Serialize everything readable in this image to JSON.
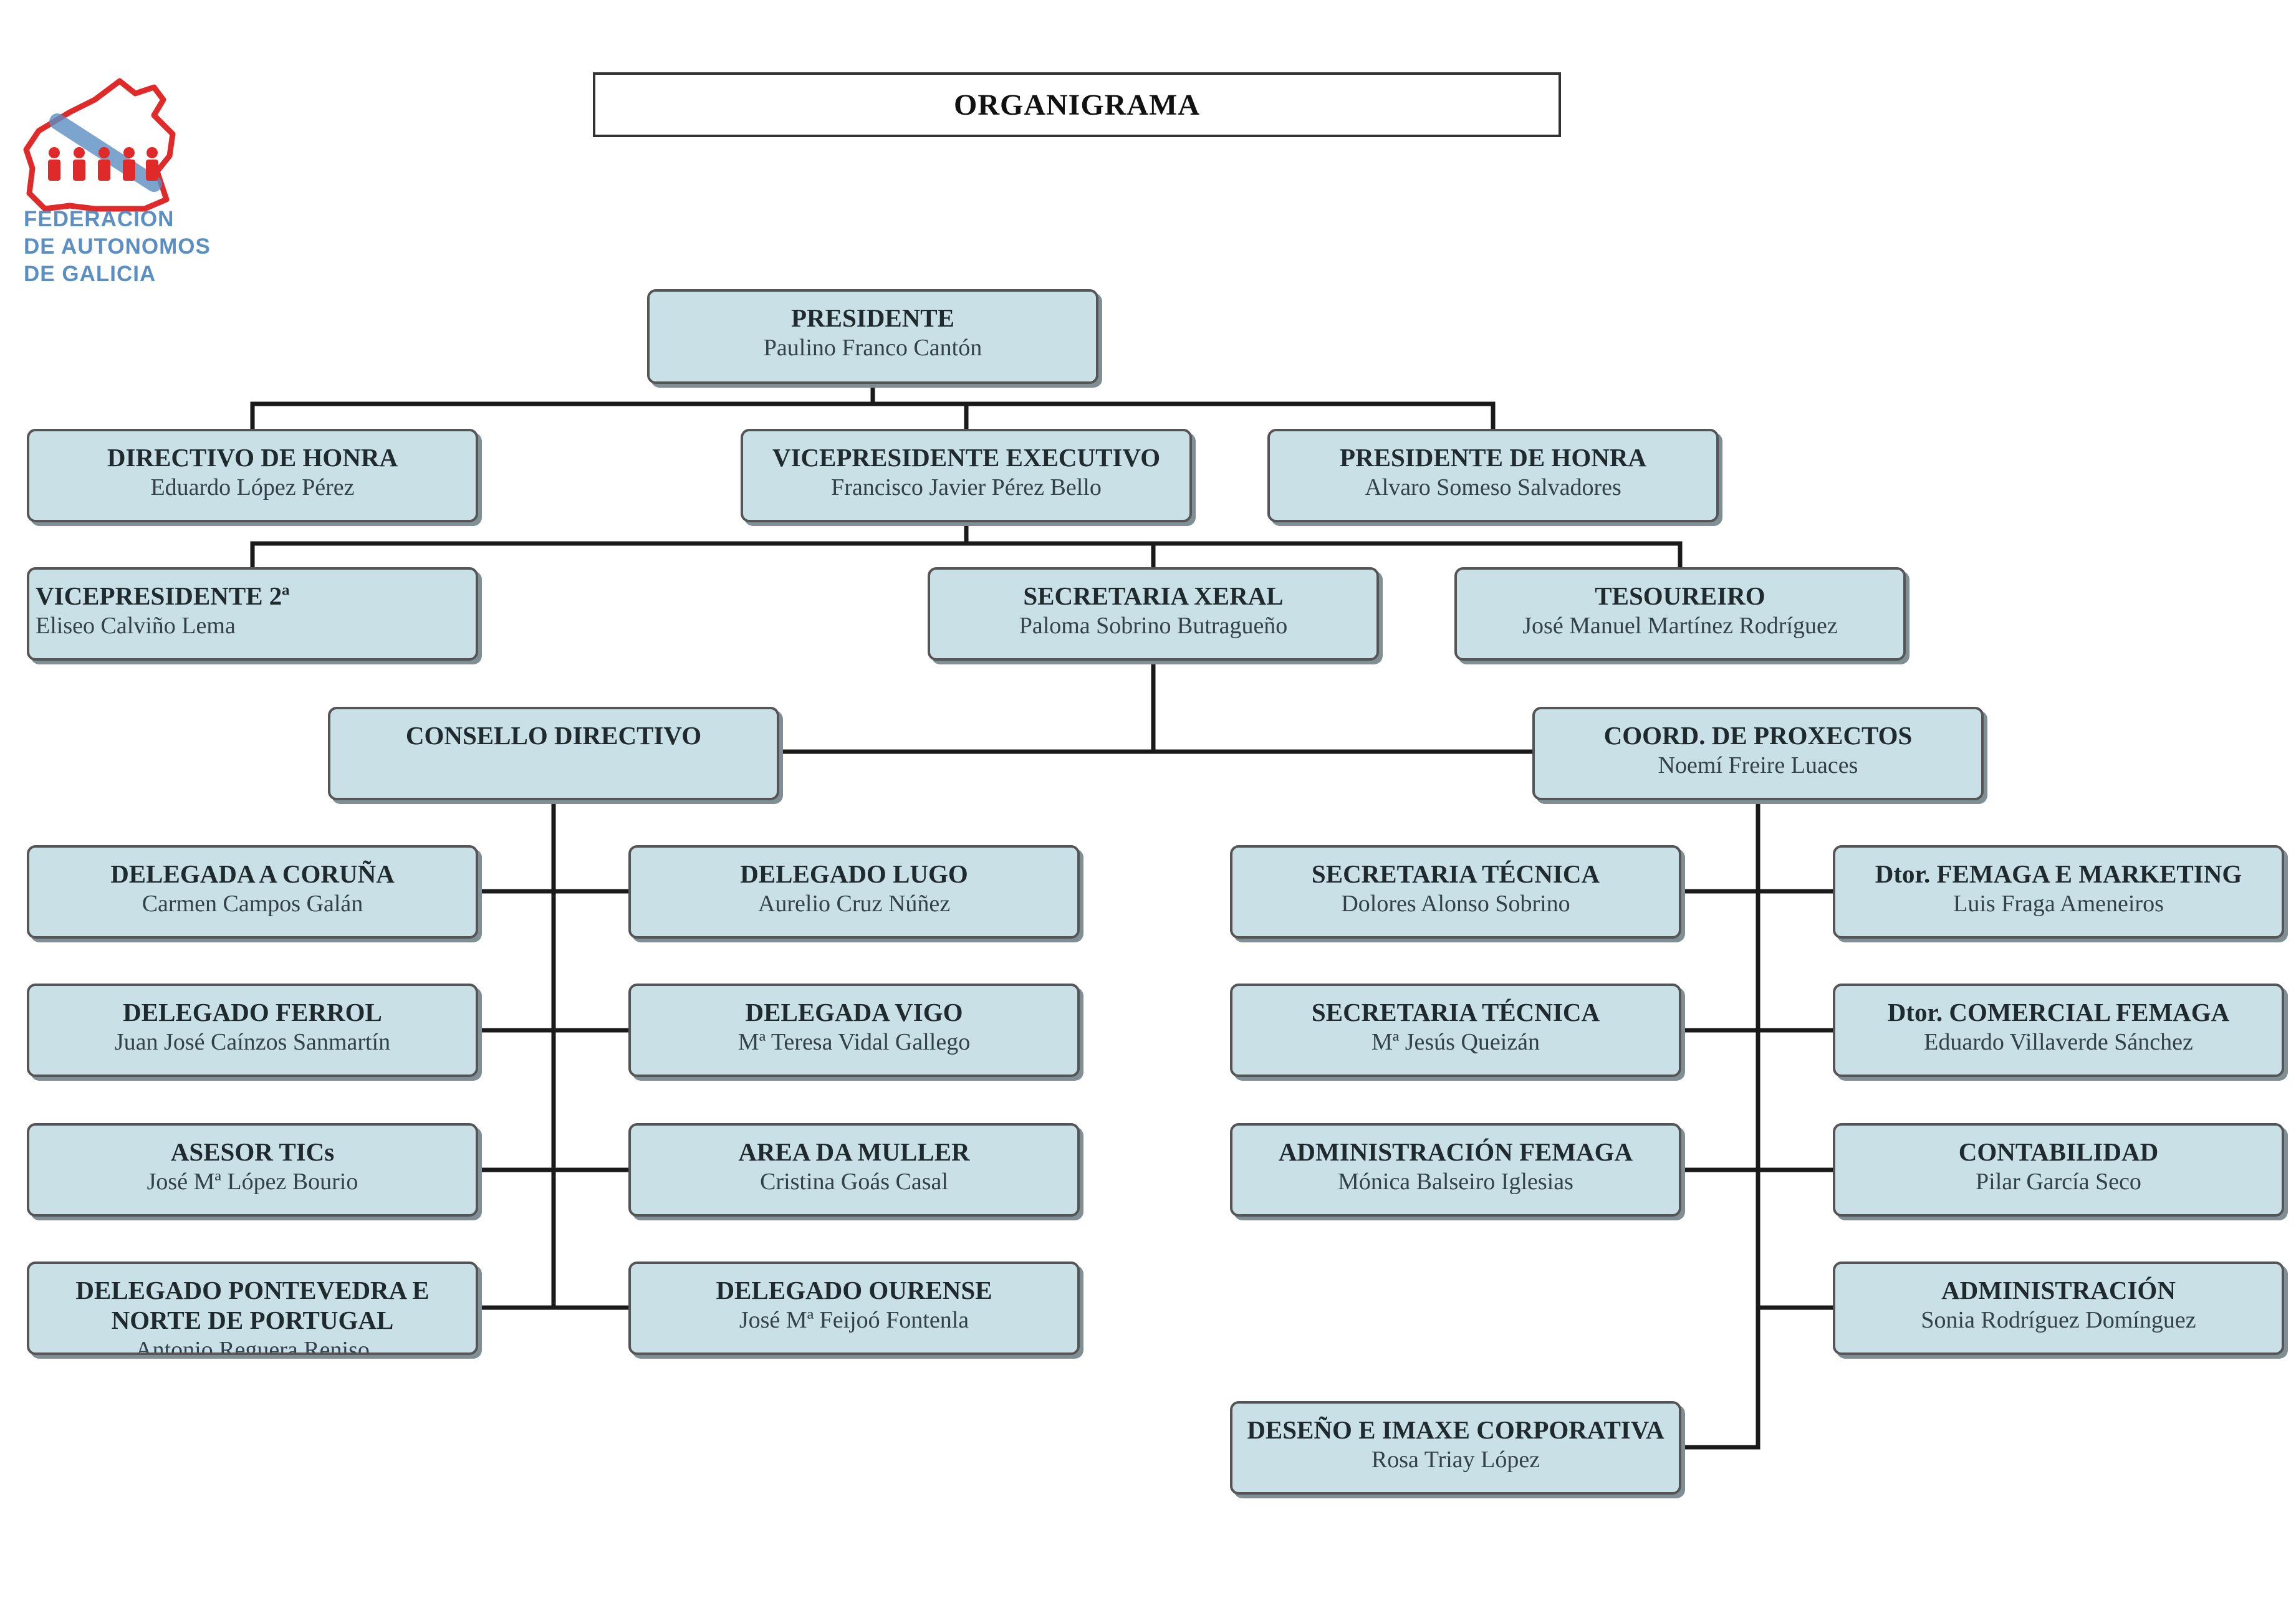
{
  "title": "ORGANIGRAMA",
  "logo": {
    "lines": [
      "FEDERACION",
      "DE AUTONOMOS",
      "DE GALICIA"
    ],
    "colors": {
      "red": "#e02a2a",
      "blue": "#5b8fc4"
    }
  },
  "colors": {
    "node_fill": "#c8e0e6",
    "node_border": "#555555",
    "line": "#1a1a1a"
  },
  "nodes": {
    "presidente": {
      "role": "PRESIDENTE",
      "name": "Paulino Franco Cantón"
    },
    "directivo_honra": {
      "role": "DIRECTIVO DE HONRA",
      "name": "Eduardo López Pérez"
    },
    "vicepresidente_executivo": {
      "role": "VICEPRESIDENTE EXECUTIVO",
      "name": "Francisco Javier Pérez Bello"
    },
    "presidente_honra": {
      "role": "PRESIDENTE DE HONRA",
      "name": "Alvaro Someso Salvadores"
    },
    "vicepresidente_2": {
      "role": "VICEPRESIDENTE 2ª",
      "name": "Eliseo Calviño Lema"
    },
    "secretaria_xeral": {
      "role": "SECRETARIA XERAL",
      "name": "Paloma Sobrino Butragueño"
    },
    "tesoureiro": {
      "role": "TESOUREIRO",
      "name": "José Manuel Martínez Rodríguez"
    },
    "consello_directivo": {
      "role": "CONSELLO DIRECTIVO",
      "name": ""
    },
    "coord_proxectos": {
      "role": "COORD. DE PROXECTOS",
      "name": "Noemí Freire Luaces"
    },
    "delegada_coruna": {
      "role": "DELEGADA A CORUÑA",
      "name": "Carmen Campos Galán"
    },
    "delegado_lugo": {
      "role": "DELEGADO LUGO",
      "name": "Aurelio Cruz Núñez"
    },
    "delegado_ferrol": {
      "role": "DELEGADO FERROL",
      "name": "Juan José Caínzos Sanmartín"
    },
    "delegada_vigo": {
      "role": "DELEGADA VIGO",
      "name": "Mª Teresa Vidal Gallego"
    },
    "asesor_tics": {
      "role": "ASESOR TICs",
      "name": "José Mª López Bourio"
    },
    "area_muller": {
      "role": "AREA DA MULLER",
      "name": "Cristina Goás Casal"
    },
    "delegado_pontevedra": {
      "role": "DELEGADO PONTEVEDRA E\nNORTE DE PORTUGAL",
      "name": "Antonio Reguera Reniso"
    },
    "delegado_ourense": {
      "role": "DELEGADO OURENSE",
      "name": "José Mª Feijoó Fontenla"
    },
    "secretaria_tecnica_1": {
      "role": "SECRETARIA TÉCNICA",
      "name": "Dolores Alonso Sobrino"
    },
    "dtor_femaga_marketing": {
      "role": "Dtor. FEMAGA E MARKETING",
      "name": "Luis Fraga Ameneiros"
    },
    "secretaria_tecnica_2": {
      "role": "SECRETARIA TÉCNICA",
      "name": "Mª Jesús Queizán"
    },
    "dtor_comercial_femaga": {
      "role": "Dtor. COMERCIAL FEMAGA",
      "name": "Eduardo Villaverde Sánchez"
    },
    "administracion_femaga": {
      "role": "ADMINISTRACIÓN FEMAGA",
      "name": "Mónica Balseiro Iglesias"
    },
    "contabilidade": {
      "role": "CONTABILIDAD",
      "name": "Pilar García Seco"
    },
    "administracion": {
      "role": "ADMINISTRACIÓN",
      "name": "Sonia Rodríguez Domínguez"
    },
    "deseno_imaxe": {
      "role": "DESEÑO E IMAXE CORPORATIVA",
      "name": "Rosa Triay López"
    }
  }
}
